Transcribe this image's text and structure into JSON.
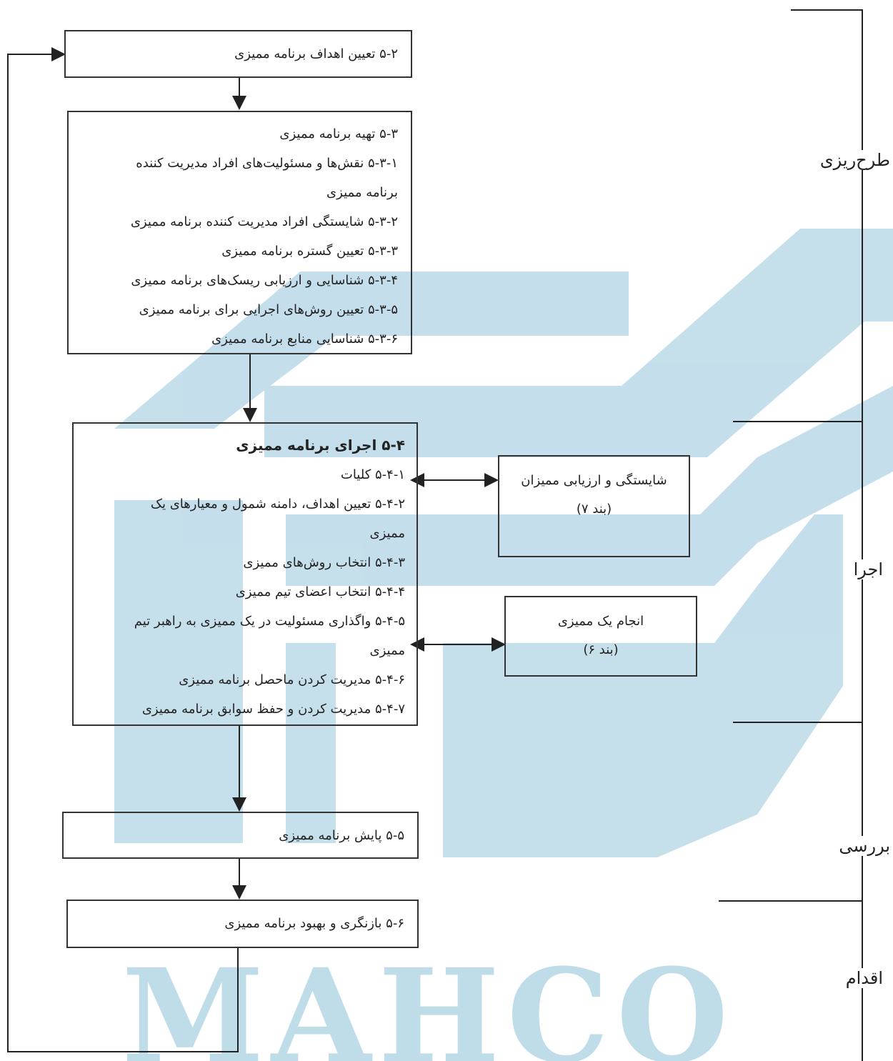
{
  "brand": {
    "watermark_color": "#2f8fb8",
    "watermark_text": "MAHCO"
  },
  "stages": {
    "plan": "طرح‌ریزی",
    "do": "اجرا",
    "check": "بررسی",
    "act": "اقدام"
  },
  "box_objectives": {
    "text": "۵-۲ تعیین اهداف برنامه ممیزی"
  },
  "box_program": {
    "lines": [
      "۵-۳ تهیه برنامه ممیزی",
      "۵-۳-۱ نقش‌ها و مسئولیت‌های افراد مدیریت کننده",
      "برنامه ممیزی",
      "۵-۳-۲ شایستگی افراد مدیریت کننده برنامه ممیزی",
      "۵-۳-۳ تعیین گستره برنامه ممیزی",
      "۵-۳-۴ شناسایی و ارزیابی ریسک‌های برنامه ممیزی",
      "۵-۳-۵ تعیین روش‌های اجرایی برای برنامه ممیزی",
      "۵-۳-۶ شناسایی منابع برنامه ممیزی"
    ]
  },
  "box_implement": {
    "title": "۵-۴ اجرای برنامه ممیزی",
    "lines": [
      "۵-۴-۱ کلیات",
      "۵-۴-۲ تعیین اهداف، دامنه شمول و معیارهای یک",
      "ممیزی",
      "۵-۴-۳ انتخاب روش‌های ممیزی",
      "۵-۴-۴ انتخاب اعضای تیم ممیزی",
      "۵-۴-۵ واگذاری مسئولیت در یک ممیزی به راهبر تیم",
      "ممیزی",
      "۵-۴-۶ مدیریت کردن ماحصل برنامه ممیزی",
      "۵-۴-۷ مدیریت کردن و حفظ سوابق برنامه ممیزی"
    ]
  },
  "box_competence": {
    "line1": "شایستگی و ارزیابی ممیزان",
    "line2": "(بند ۷)"
  },
  "box_conduct": {
    "line1": "انجام یک ممیزی",
    "line2": "(بند ۶)"
  },
  "box_monitor": {
    "text": "۵-۵ پایش برنامه ممیزی"
  },
  "box_review": {
    "text": "۵-۶ بازنگری و بهبود برنامه ممیزی"
  }
}
